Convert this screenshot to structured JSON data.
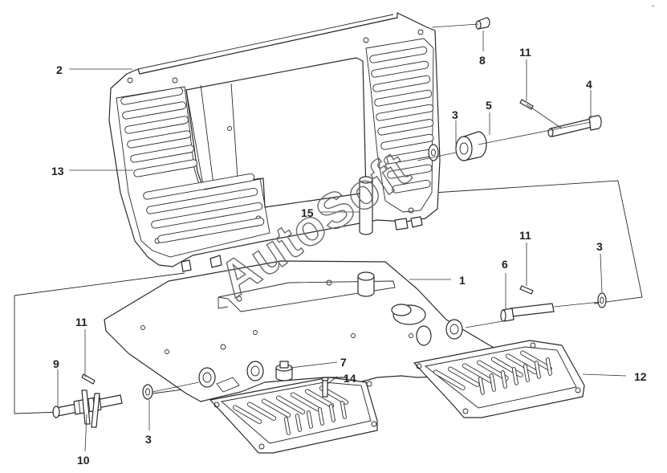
{
  "callouts": [
    {
      "id": "1",
      "label": "1"
    },
    {
      "id": "2",
      "label": "2"
    },
    {
      "id": "3a",
      "label": "3"
    },
    {
      "id": "3b",
      "label": "3"
    },
    {
      "id": "3c",
      "label": "3"
    },
    {
      "id": "4",
      "label": "4"
    },
    {
      "id": "5",
      "label": "5"
    },
    {
      "id": "6",
      "label": "6"
    },
    {
      "id": "7",
      "label": "7"
    },
    {
      "id": "8",
      "label": "8"
    },
    {
      "id": "9",
      "label": "9"
    },
    {
      "id": "10",
      "label": "10"
    },
    {
      "id": "11a",
      "label": "11"
    },
    {
      "id": "11b",
      "label": "11"
    },
    {
      "id": "11c",
      "label": "11"
    },
    {
      "id": "12",
      "label": "12"
    },
    {
      "id": "13",
      "label": "13"
    },
    {
      "id": "14",
      "label": "14"
    },
    {
      "id": "15",
      "label": "15"
    }
  ],
  "watermark": "AutoSoft",
  "corner_mark": "*"
}
